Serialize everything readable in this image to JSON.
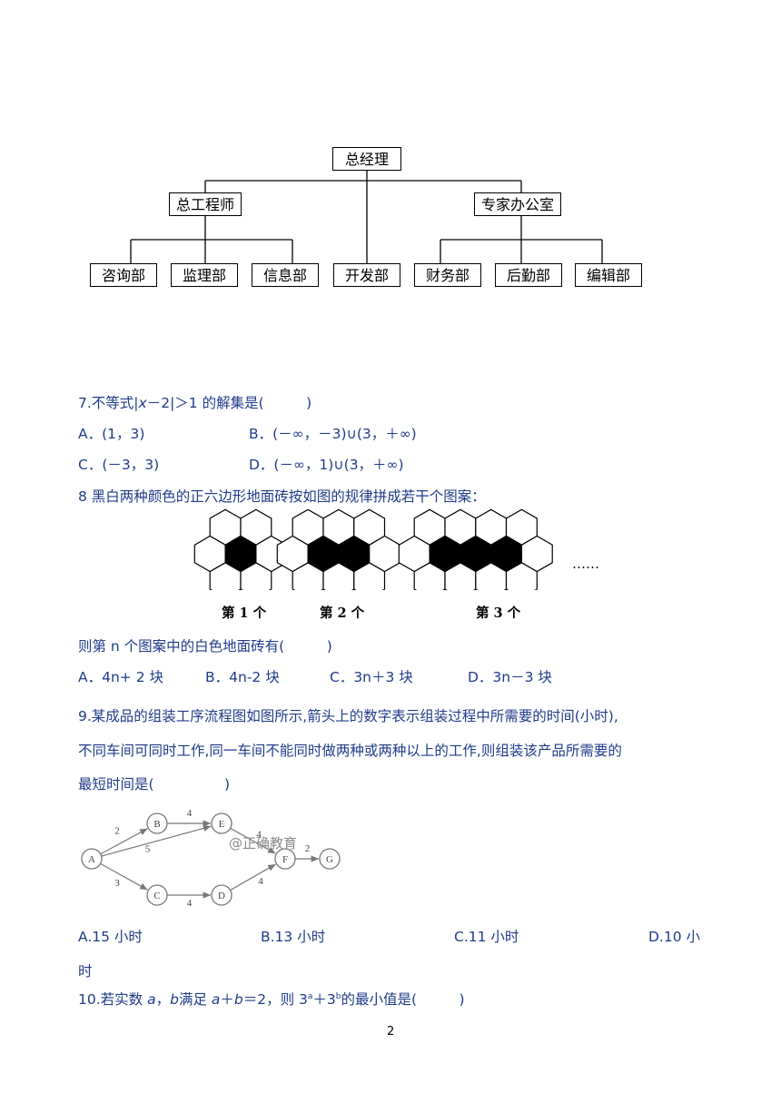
{
  "org_chart": {
    "root": "总经理",
    "mid_left": "总工程师",
    "mid_right": "专家办公室",
    "leaves": [
      "咨询部",
      "监理部",
      "信息部",
      "开发部",
      "财务部",
      "后勤部",
      "编辑部"
    ]
  },
  "q7": {
    "stem_prefix": "7.不等式|",
    "stem_var": "x",
    "stem_suffix": "－2|＞1 的解集是(　　　)",
    "options": [
      "A．(1，3)",
      "B．(－∞，－3)∪(3，＋∞)",
      "C．(－3，3)",
      "D．(－∞，1)∪(3，＋∞)"
    ]
  },
  "q8": {
    "stem": "8 黑白两种颜色的正六边形地面砖按如图的规律拼成若干个图案：",
    "figure_labels": [
      "第 1 个",
      "第 2 个",
      "第 3 个"
    ],
    "ellipsis": "……",
    "question": "则第 n 个图案中的白色地面砖有(　　　)",
    "options": [
      "A．4n+ 2 块",
      "B．4n-2 块",
      "C．3n＋3 块",
      "D．3n－3 块"
    ]
  },
  "q9": {
    "line1": "9.某成品的组装工序流程图如图所示,箭头上的数字表示组装过程中所需要的时间(小时),",
    "line2": "不同车间可同时工作,同一车间不能同时做两种或两种以上的工作,则组装该产品所需要的",
    "line3": "最短时间是(　　　　　)",
    "watermark": "@正确教育",
    "nodes": [
      "A",
      "B",
      "C",
      "D",
      "E",
      "F",
      "G"
    ],
    "edges": [
      {
        "from": "A",
        "to": "B",
        "weight": "2"
      },
      {
        "from": "B",
        "to": "E",
        "weight": "4"
      },
      {
        "from": "A",
        "to": "E",
        "weight": "5"
      },
      {
        "from": "E",
        "to": "F",
        "weight": "4"
      },
      {
        "from": "A",
        "to": "C",
        "weight": "3"
      },
      {
        "from": "C",
        "to": "D",
        "weight": "4"
      },
      {
        "from": "D",
        "to": "F",
        "weight": "4"
      },
      {
        "from": "F",
        "to": "G",
        "weight": "2"
      }
    ],
    "options": [
      "A.15 小时",
      "B.13 小时",
      "C.11 小时",
      "D.10 小",
      "时"
    ]
  },
  "q10": {
    "p1": "10.若实数 ",
    "a": "a",
    "comma": "，",
    "b": "b",
    "p2": "满足 ",
    "p3": "a",
    "p4": "＋",
    "p5": "b",
    "p6": "＝2，则 3",
    "sup_a": "a",
    "p7": "＋3",
    "sup_b": "b",
    "p8": "的最小值是(　　　)"
  },
  "page_number": "2"
}
